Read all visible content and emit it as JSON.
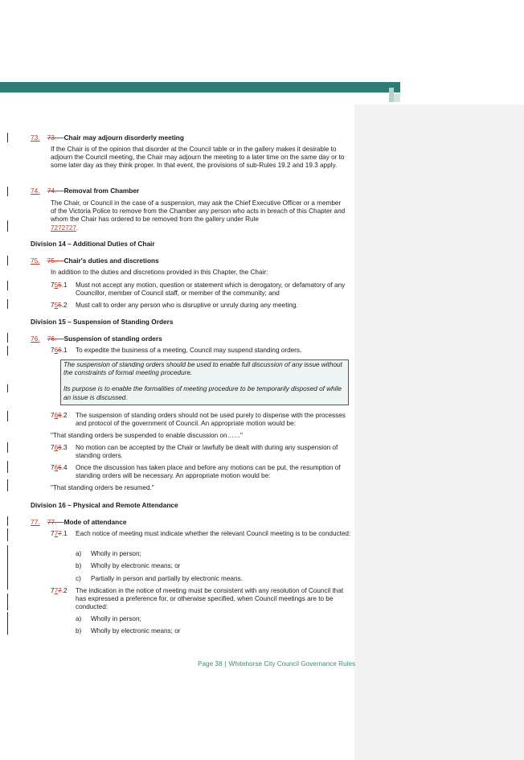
{
  "sections": {
    "s73": {
      "num_ins": "73.",
      "num_del": "73.",
      "title": "Chair may adjourn disorderly meeting",
      "body": "If the Chair is of the opinion that disorder at the Council table or in the gallery makes it desirable to adjourn the Council meeting, the Chair may adjourn the meeting to a later time on the same day or to some later day as they think proper. In that event, the provisions of sub-Rules 19.2 and 19.3 apply."
    },
    "s74": {
      "num_ins": "74.",
      "num_del": "74.",
      "title": "Removal from Chamber",
      "body": "The Chair, or Council in the case of a suspension, may ask the Chief Executive Officer or a member of the Victoria Police to remove from the Chamber any person who acts in breach of this Chapter and whom the Chair has ordered to be removed from the gallery under Rule",
      "rule_ref": "7272727",
      "rule_ref_end": "."
    },
    "div14": "Division 14 – Additional Duties of Chair",
    "s75": {
      "num_ins": "75.",
      "num_del": "75.",
      "title": "Chair's duties and discretions",
      "intro": "In addition to the duties and discretions provided in this Chapter, the Chair:",
      "i1": {
        "a": "7",
        "ins": "5",
        "del": "5",
        "b": ".1",
        "text": "Must not accept any motion, question or statement which is derogatory, or defamatory of any Councillor, member of Council staff, or member of the community; and"
      },
      "i2": {
        "a": "7",
        "ins": "5",
        "del": "5",
        "b": ".2",
        "text": "Must call to order any person who is disruptive or unruly during any meeting."
      }
    },
    "div15": "Division 15 – Suspension of Standing Orders",
    "s76": {
      "num_ins": "76.",
      "num_del": "76.",
      "title": "Suspension of standing orders",
      "i1": {
        "a": "7",
        "ins": "6",
        "del": "6",
        "b": ".1",
        "text": "To expedite the business of a meeting, Council may suspend standing orders."
      },
      "note1": "The suspension of standing orders should be used to enable full discussion of any issue without the constraints of formal meeting procedure.",
      "note2": "Its purpose is to enable the formalities of meeting procedure to be temporarily disposed of while an issue is discussed.",
      "i2": {
        "a": "7",
        "ins": "6",
        "del": "6",
        "b": ".2",
        "text": "The suspension of standing orders should not be used purely to dispense with the processes and protocol of the government of Council. An appropriate motion would be:"
      },
      "quote1": "\"That standing orders be suspended to enable discussion on……\"",
      "i3": {
        "a": "7",
        "ins": "6",
        "del": "6",
        "b": ".3",
        "text": "No motion can be accepted by the Chair or lawfully be dealt with during any suspension of standing orders."
      },
      "i4": {
        "a": "7",
        "ins": "6",
        "del": "6",
        "b": ".4",
        "text": "Once the discussion has taken place and before any motions can be put, the resumption of standing orders will be necessary. An appropriate motion would be:"
      },
      "quote2": "\"That standing orders be resumed.\""
    },
    "div16": "Division 16 – Physical and Remote Attendance",
    "s77": {
      "num_ins": "77.",
      "num_del": "77.",
      "title": "Mode of attendance",
      "i1": {
        "a": "7",
        "ins": "7",
        "del": "7",
        "b": ".1",
        "text": "Each notice of meeting must indicate whether the relevant Council meeting is to be conducted:"
      },
      "i1_subs": [
        {
          "l": "a)",
          "t": "Wholly in person;"
        },
        {
          "l": "b)",
          "t": "Wholly by electronic means; or"
        },
        {
          "l": "c)",
          "t": "Partially in person and partially by electronic means."
        }
      ],
      "i2": {
        "a": "7",
        "ins": "7",
        "del": "7",
        "b": ".2",
        "text": "The indication in the notice of meeting must be consistent with any resolution of Council that has expressed a preference for, or otherwise specified, when Council meetings are to be conducted:"
      },
      "i2_subs": [
        {
          "l": "a)",
          "t": "Wholly in person;"
        },
        {
          "l": "b)",
          "t": "Wholly by electronic means; or"
        }
      ]
    }
  },
  "footer": {
    "page_label": "Page",
    "page_num": "38",
    "doc_title": "Whitehorse City Council Governance Rules"
  },
  "colors": {
    "teal": "#2f7c74",
    "revision_red": "#c0392b"
  }
}
